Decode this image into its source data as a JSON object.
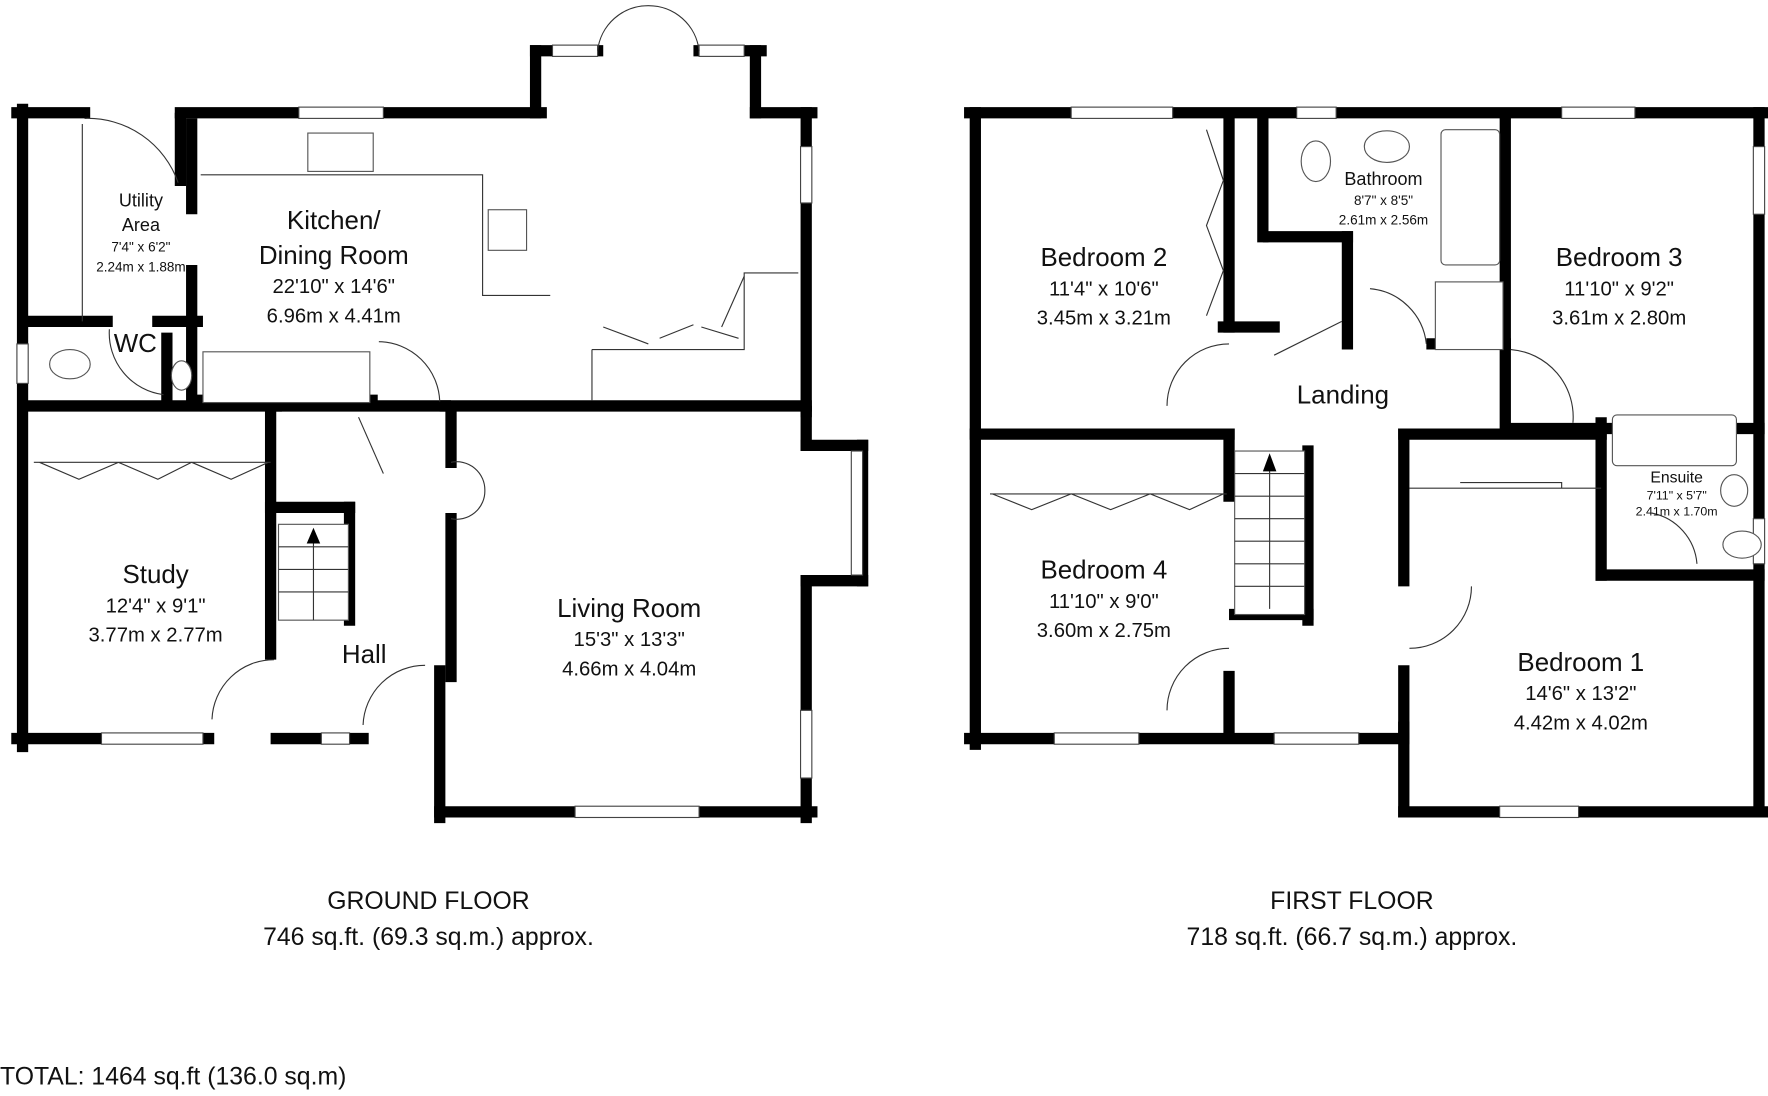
{
  "ground_floor": {
    "title": "GROUND FLOOR",
    "area": "746 sq.ft. (69.3 sq.m.) approx.",
    "rooms": {
      "utility": {
        "name1": "Utility",
        "name2": "Area",
        "imperial": "7'4\" x 6'2\"",
        "metric": "2.24m x 1.88m"
      },
      "wc": {
        "name": "WC"
      },
      "kitchen": {
        "name1": "Kitchen/",
        "name2": "Dining Room",
        "imperial": "22'10\" x 14'6\"",
        "metric": "6.96m x 4.41m"
      },
      "study": {
        "name": "Study",
        "imperial": "12'4\" x 9'1\"",
        "metric": "3.77m x 2.77m"
      },
      "hall": {
        "name": "Hall"
      },
      "living": {
        "name": "Living Room",
        "imperial": "15'3\" x 13'3\"",
        "metric": "4.66m x 4.04m"
      }
    }
  },
  "first_floor": {
    "title": "FIRST FLOOR",
    "area": "718 sq.ft. (66.7 sq.m.) approx.",
    "rooms": {
      "bedroom2": {
        "name": "Bedroom 2",
        "imperial": "11'4\" x 10'6\"",
        "metric": "3.45m x 3.21m"
      },
      "bathroom": {
        "name": "Bathroom",
        "imperial": "8'7\" x 8'5\"",
        "metric": "2.61m x 2.56m"
      },
      "bedroom3": {
        "name": "Bedroom 3",
        "imperial": "11'10\" x 9'2\"",
        "metric": "3.61m x 2.80m"
      },
      "landing": {
        "name": "Landing"
      },
      "bedroom4": {
        "name": "Bedroom 4",
        "imperial": "11'10\" x 9'0\"",
        "metric": "3.60m x 2.75m"
      },
      "ensuite": {
        "name": "Ensuite",
        "imperial": "7'11\" x 5'7\"",
        "metric": "2.41m x 1.70m"
      },
      "bedroom1": {
        "name": "Bedroom 1",
        "imperial": "14'6\" x 13'2\"",
        "metric": "4.42m x 4.02m"
      }
    }
  },
  "total": "TOTAL: 1464 sq.ft (136.0 sq.m)"
}
